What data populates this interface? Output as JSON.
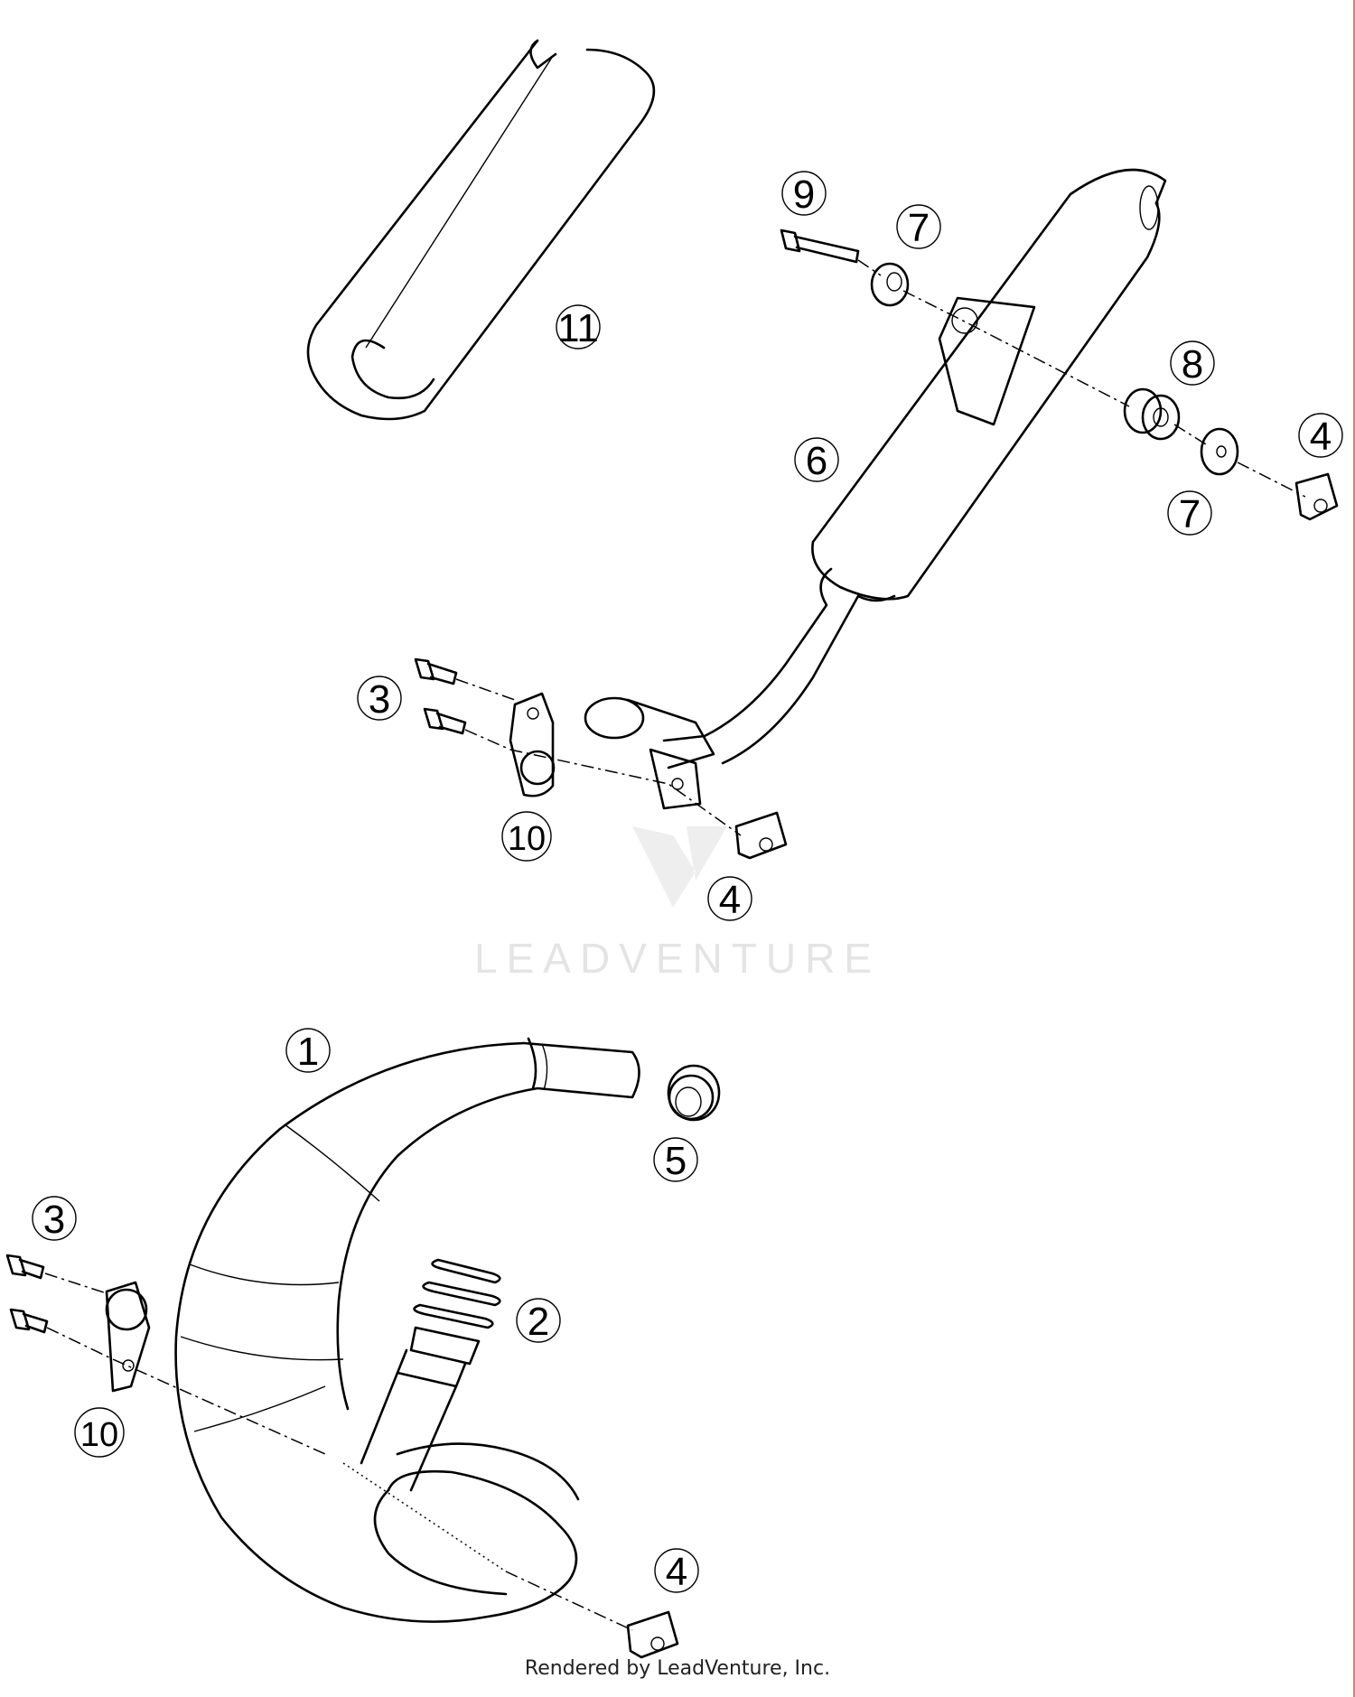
{
  "callouts": [
    {
      "id": "c11",
      "label": "11"
    },
    {
      "id": "c9",
      "label": "9"
    },
    {
      "id": "c7a",
      "label": "7"
    },
    {
      "id": "c8",
      "label": "8"
    },
    {
      "id": "c4a",
      "label": "4"
    },
    {
      "id": "c6",
      "label": "6"
    },
    {
      "id": "c7b",
      "label": "7"
    },
    {
      "id": "c3a",
      "label": "3"
    },
    {
      "id": "c10a",
      "label": "10"
    },
    {
      "id": "c4b",
      "label": "4"
    },
    {
      "id": "c1",
      "label": "1"
    },
    {
      "id": "c5",
      "label": "5"
    },
    {
      "id": "c3b",
      "label": "3"
    },
    {
      "id": "c2",
      "label": "2"
    },
    {
      "id": "c10b",
      "label": "10"
    },
    {
      "id": "c4c",
      "label": "4"
    }
  ],
  "watermark": "LEADVENTURE",
  "credit": "Rendered by LeadVenture, Inc."
}
